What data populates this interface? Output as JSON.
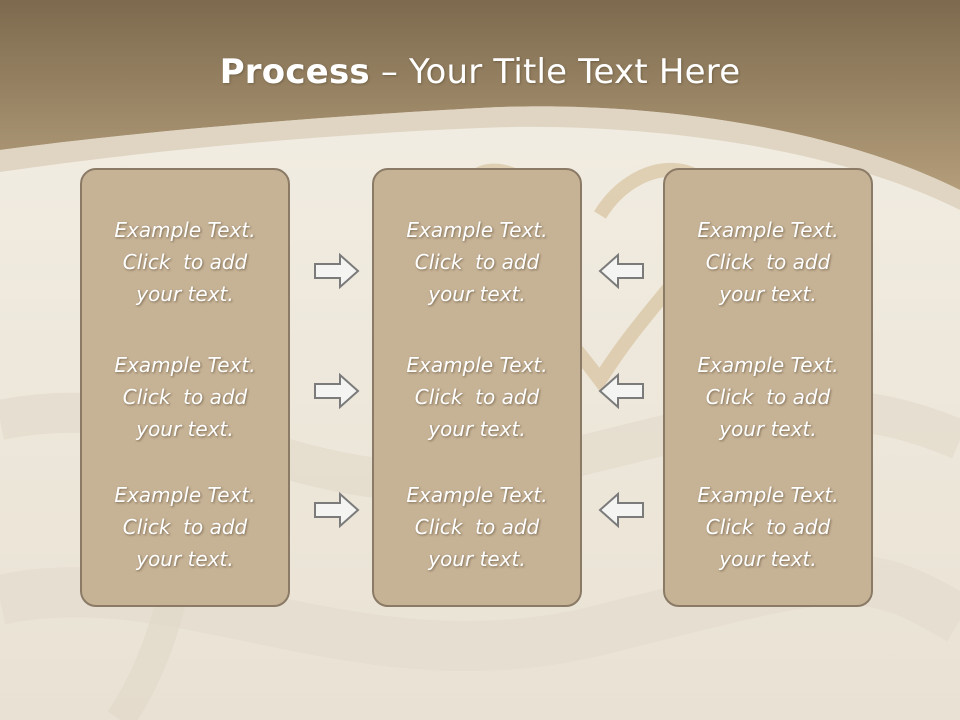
{
  "slide": {
    "title_bold": "Process",
    "title_rest": " – Your Title Text Here",
    "colors": {
      "header": "#9a8463",
      "box_fill": "#c6b295",
      "box_border": "#8a7a66",
      "arrow_fill": "#f4f4f2",
      "arrow_stroke": "#7b7b7b"
    }
  },
  "columns": [
    {
      "items": [
        {
          "line1": "Example Text.",
          "line2": "Click  to add",
          "line3": "your text."
        },
        {
          "line1": "Example Text.",
          "line2": "Click  to add",
          "line3": "your text."
        },
        {
          "line1": "Example Text.",
          "line2": "Click  to add",
          "line3": "your text."
        }
      ]
    },
    {
      "items": [
        {
          "line1": "Example Text.",
          "line2": "Click  to add",
          "line3": "your text."
        },
        {
          "line1": "Example Text.",
          "line2": "Click  to add",
          "line3": "your text."
        },
        {
          "line1": "Example Text.",
          "line2": "Click  to add",
          "line3": "your text."
        }
      ]
    },
    {
      "items": [
        {
          "line1": "Example Text.",
          "line2": "Click  to add",
          "line3": "your text."
        },
        {
          "line1": "Example Text.",
          "line2": "Click  to add",
          "line3": "your text."
        },
        {
          "line1": "Example Text.",
          "line2": "Click  to add",
          "line3": "your text."
        }
      ]
    }
  ],
  "arrows": [
    {
      "icon": "arrow-right-icon",
      "direction": "right"
    },
    {
      "icon": "arrow-right-icon",
      "direction": "right"
    },
    {
      "icon": "arrow-right-icon",
      "direction": "right"
    },
    {
      "icon": "arrow-left-icon",
      "direction": "left"
    },
    {
      "icon": "arrow-left-icon",
      "direction": "left"
    },
    {
      "icon": "arrow-left-icon",
      "direction": "left"
    }
  ]
}
